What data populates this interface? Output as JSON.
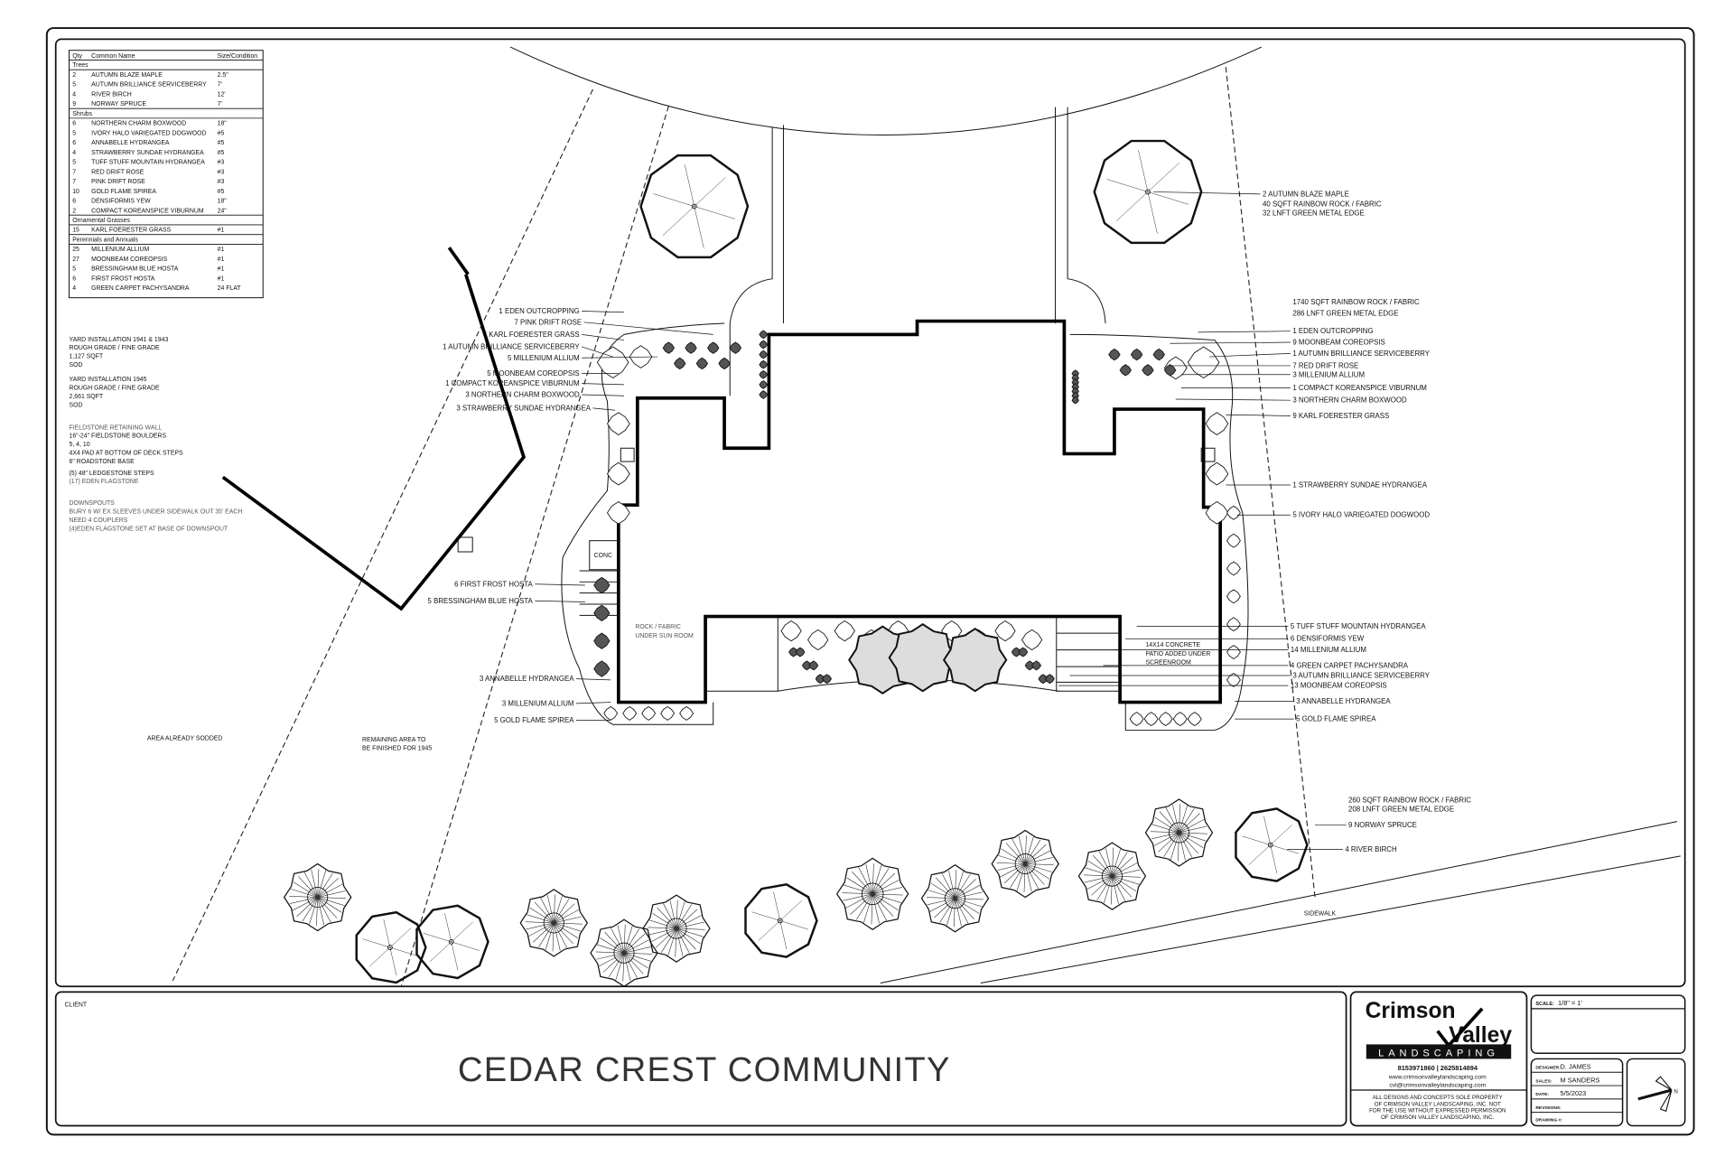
{
  "plant_table": {
    "headers": [
      "Qty",
      "Common Name",
      "Size/Condition"
    ],
    "groups": [
      {
        "name": "Trees",
        "rows": [
          [
            "2",
            "AUTUMN BLAZE MAPLE",
            "2.5\""
          ],
          [
            "5",
            "AUTUMN BRILLIANCE SERVICEBERRY",
            "7'"
          ],
          [
            "4",
            "RIVER BIRCH",
            "12'"
          ],
          [
            "9",
            "NORWAY SPRUCE",
            "7'"
          ]
        ]
      },
      {
        "name": "Shrubs",
        "rows": [
          [
            "6",
            "NORTHERN CHARM BOXWOOD",
            "18\""
          ],
          [
            "5",
            "IVORY HALO VARIEGATED DOGWOOD",
            "#5"
          ],
          [
            "6",
            "ANNABELLE HYDRANGEA",
            "#5"
          ],
          [
            "4",
            "STRAWBERRY SUNDAE HYDRANGEA",
            "#5"
          ],
          [
            "5",
            "TUFF STUFF MOUNTAIN HYDRANGEA",
            "#3"
          ],
          [
            "7",
            "RED DRIFT ROSE",
            "#3"
          ],
          [
            "7",
            "PINK DRIFT ROSE",
            "#3"
          ],
          [
            "10",
            "GOLD FLAME SPIREA",
            "#5"
          ],
          [
            "6",
            "DENSIFORMIS YEW",
            "18\""
          ],
          [
            "2",
            "COMPACT KOREANSPICE VIBURNUM",
            "24\""
          ]
        ]
      },
      {
        "name": "Ornamental Grasses",
        "rows": [
          [
            "15",
            "KARL FOERESTER GRASS",
            "#1"
          ]
        ]
      },
      {
        "name": "Perennials and Annuals",
        "rows": [
          [
            "25",
            "MILLENIUM ALLIUM",
            "#1"
          ],
          [
            "27",
            "MOONBEAM COREOPSIS",
            "#1"
          ],
          [
            "5",
            "BRESSINGHAM BLUE HOSTA",
            "#1"
          ],
          [
            "6",
            "FIRST FROST HOSTA",
            "#1"
          ],
          [
            "4",
            "GREEN CARPET PACHYSANDRA",
            "24 FLAT"
          ]
        ]
      }
    ]
  },
  "notes": {
    "yard1": [
      "YARD INSTALLATION 1941 & 1943",
      "ROUGH GRADE / FINE GRADE",
      "1,127 SQFT",
      "SOD"
    ],
    "yard2": [
      "YARD INSTALLATION 1945",
      "ROUGH GRADE / FINE GRADE",
      "2,661 SQFT",
      "SOD"
    ],
    "wall": [
      "FIELDSTONE RETAINING WALL",
      "16\"-24\" FIELDSTONE BOULDERS",
      "5, 4, 10",
      "4X4 PAD AT BOTTOM OF DECK STEPS",
      "6\" ROADSTONE BASE",
      "(5) 48\" LEDGESTONE STEPS",
      "(17) EDEN FLAGSTONE"
    ],
    "downspouts": [
      "DOWNSPOUTS",
      "BURY 6 W/ EX SLEEVES UNDER SIDEWALK OUT 35' EACH",
      "NEED 4 COUPLERS",
      "(4)EDEN FLAGSTONE SET AT BASE OF DOWNSPOUT"
    ]
  },
  "callouts_left": [
    "1 EDEN OUTCROPPING",
    "7 PINK DRIFT ROSE",
    "6 KARL FOERESTER GRASS",
    "1 AUTUMN BRILLIANCE SERVICEBERRY",
    "5 MILLENIUM ALLIUM",
    "5 MOONBEAM COREOPSIS",
    "1 COMPACT KOREANSPICE VIBURNUM",
    "3 NORTHERN CHARM BOXWOOD",
    "3 STRAWBERRY SUNDAE HYDRANGEA",
    "6 FIRST FROST HOSTA",
    "5 BRESSINGHAM BLUE HOSTA",
    "3 ANNABELLE HYDRANGEA",
    "3 MILLENIUM ALLIUM",
    "5 GOLD FLAME SPIREA"
  ],
  "callouts_right": [
    "2 AUTUMN BLAZE MAPLE",
    "40 SQFT RAINBOW ROCK / FABRIC",
    "32 LNFT GREEN METAL EDGE",
    "1740 SQFT RAINBOW ROCK / FABRIC",
    "286 LNFT GREEN METAL EDGE",
    "1 EDEN OUTCROPPING",
    "9 MOONBEAM COREOPSIS",
    "1 AUTUMN BRILLIANCE SERVICEBERRY",
    "7 RED DRIFT ROSE",
    "3 MILLENIUM ALLIUM",
    "1 COMPACT KOREANSPICE VIBURNUM",
    "3 NORTHERN CHARM BOXWOOD",
    "9 KARL FOERESTER GRASS",
    "1 STRAWBERRY SUNDAE HYDRANGEA",
    "5 IVORY HALO VARIEGATED DOGWOOD",
    "5 TUFF STUFF MOUNTAIN HYDRANGEA",
    "6 DENSIFORMIS YEW",
    "14 MILLENIUM ALLIUM",
    "4 GREEN CARPET PACHYSANDRA",
    "3 AUTUMN BRILLIANCE SERVICEBERRY",
    "13 MOONBEAM COREOPSIS",
    "3 ANNABELLE HYDRANGEA",
    "5 GOLD FLAME SPIREA",
    "260 SQFT RAINBOW ROCK / FABRIC",
    "208 LNFT GREEN METAL EDGE",
    "9 NORWAY SPRUCE",
    "4 RIVER BIRCH"
  ],
  "site_labels": {
    "conc": "CONC",
    "rock_sunroom": [
      "ROCK / FABRIC",
      "UNDER SUN ROOM"
    ],
    "patio": [
      "14X14 CONCRETE",
      "PATIO ADDED UNDER",
      "SCREENROOM"
    ],
    "area_sodded": "AREA ALREADY SODDED",
    "remaining": [
      "REMAINING AREA TO",
      "BE FINISHED FOR 1945"
    ],
    "sidewalk": "SIDEWALK"
  },
  "title_block": {
    "client_label": "CLIENT",
    "project_title": "CEDAR CREST COMMUNITY",
    "company": {
      "name_line1": "Crimson",
      "name_line2": "Valley",
      "tagline": "LANDSCAPING",
      "phones": "8153971860 | 2625814894",
      "website": "www.crimsonvalleylandscaping.com",
      "email": "cvl@crimsonvalleylandscaping.com",
      "disclaimer": [
        "ALL DESIGNS AND CONCEPTS SOLE PROPERTY",
        "OF CRIMSON VALLEY LANDSCAPING, INC. NOT",
        "FOR THE USE WITHOUT EXPRESSED PERMISSION",
        "OF CRIMSON VALLEY LANDSCAPING, INC."
      ]
    },
    "scale_label": "SCALE:",
    "scale_value": "1/8\" = 1'",
    "designer_label": "DESIGNER:",
    "designer": "D. JAMES",
    "sales_label": "SALES:",
    "sales": "M SANDERS",
    "date_label": "DATE:",
    "date": "5/5/2023",
    "revisions_label": "REVISIONS:",
    "drawing_label": "DRAWING #:",
    "north_label": "N"
  }
}
